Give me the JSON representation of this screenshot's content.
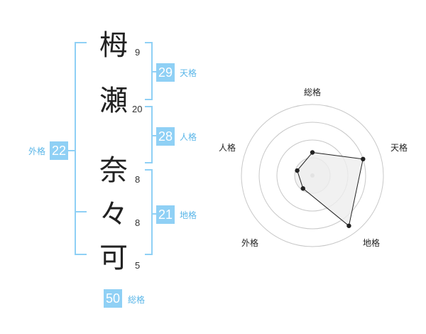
{
  "name": {
    "characters": [
      {
        "char": "栂",
        "strokes": "9"
      },
      {
        "char": "瀬",
        "strokes": "20"
      },
      {
        "char": "奈",
        "strokes": "8"
      },
      {
        "char": "々",
        "strokes": "8"
      },
      {
        "char": "可",
        "strokes": "5"
      }
    ]
  },
  "kakusu": {
    "tenkaku": {
      "value": "29",
      "label": "天格"
    },
    "jinkaku": {
      "value": "28",
      "label": "人格"
    },
    "chikaku": {
      "value": "21",
      "label": "地格"
    },
    "gaikaku": {
      "value": "22",
      "label": "外格"
    },
    "soukaku": {
      "value": "50",
      "label": "総格"
    }
  },
  "radar": {
    "labels": {
      "soukaku": "総格",
      "tenkaku": "天格",
      "chikaku": "地格",
      "gaikaku": "外格",
      "jinkaku": "人格"
    },
    "rings": 4,
    "max_value": 4,
    "order": [
      "soukaku",
      "tenkaku",
      "chikaku",
      "gaikaku",
      "jinkaku"
    ],
    "scores": {
      "soukaku": 1.3,
      "tenkaku": 3.0,
      "chikaku": 3.5,
      "gaikaku": 0.9,
      "jinkaku": 0.9
    },
    "colors": {
      "ring": "#c8c8c8",
      "fill": "#eeeeee",
      "line": "#222222",
      "center": "#bbbbbb"
    }
  },
  "colors": {
    "accent": "#8fd0f5",
    "bracket": "#8fd0f5",
    "label": "#5ab6e8"
  }
}
